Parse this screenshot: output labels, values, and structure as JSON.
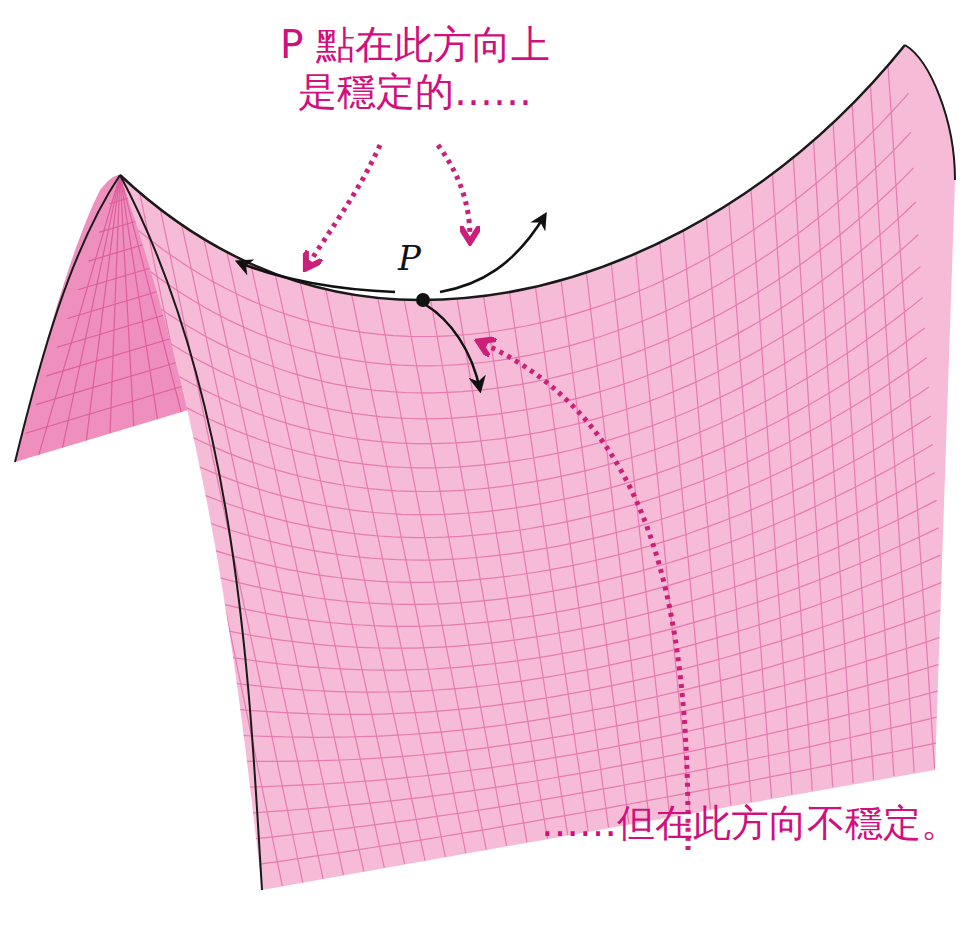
{
  "diagram": {
    "labels": [
      "P 點在此方向上 是穩定的……",
      "P",
      "……但在此方向不穩定。"
    ]
  }
}
